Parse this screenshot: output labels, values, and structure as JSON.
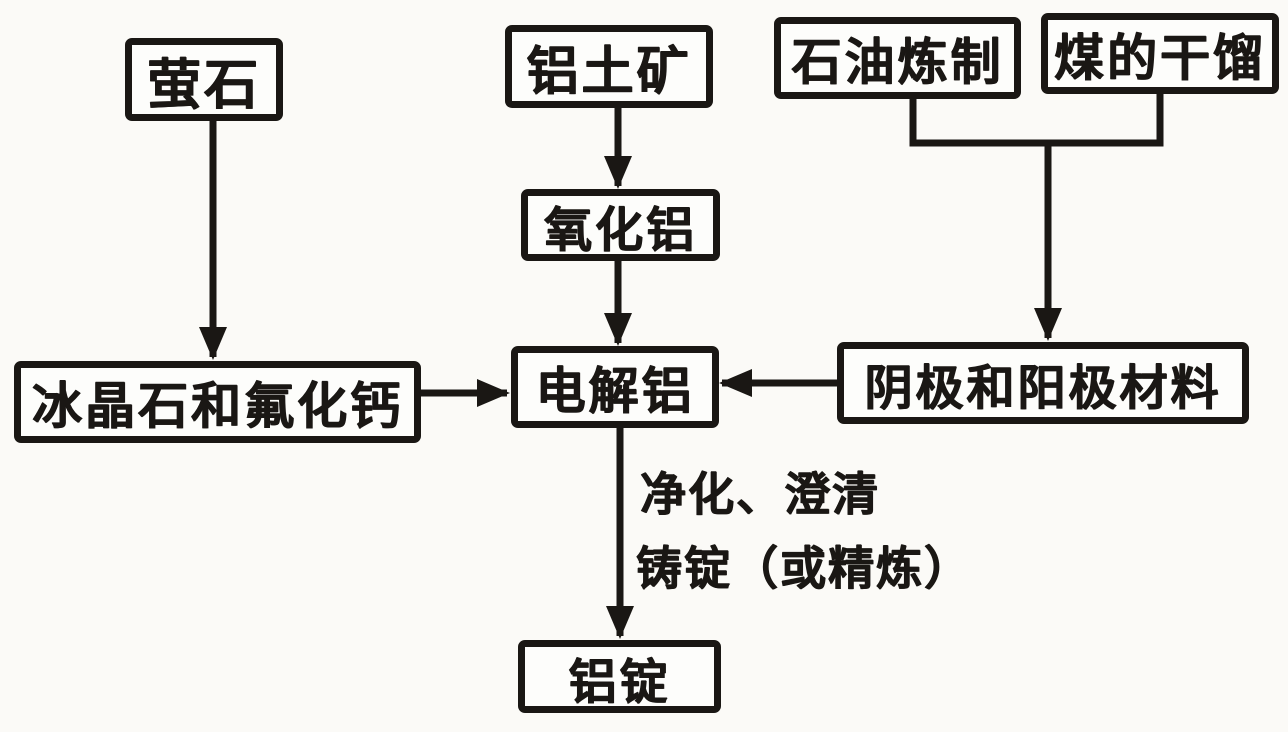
{
  "nodes": {
    "fluorite": {
      "label": "萤石"
    },
    "bauxite": {
      "label": "铝土矿"
    },
    "petroleum_refining": {
      "label": "石油炼制"
    },
    "coal_dry_distillation": {
      "label": "煤的干馏"
    },
    "alumina": {
      "label": "氧化铝"
    },
    "cryolite_calcium_fluoride": {
      "label": "冰晶石和氟化钙"
    },
    "electrolytic_aluminum": {
      "label": "电解铝"
    },
    "cathode_anode_materials": {
      "label": "阴极和阳极材料"
    },
    "aluminum_ingot": {
      "label": "铝锭"
    }
  },
  "annotation": {
    "line1": "净化、澄清",
    "line2": "铸锭（或精炼）"
  },
  "edges": [
    {
      "from": "萤石",
      "to": "冰晶石和氟化钙"
    },
    {
      "from": "铝土矿",
      "to": "氧化铝"
    },
    {
      "from": "氧化铝",
      "to": "电解铝"
    },
    {
      "from": "石油炼制",
      "to": "阴极和阳极材料"
    },
    {
      "from": "煤的干馏",
      "to": "阴极和阳极材料"
    },
    {
      "from": "冰晶石和氟化钙",
      "to": "电解铝"
    },
    {
      "from": "阴极和阳极材料",
      "to": "电解铝"
    },
    {
      "from": "电解铝",
      "to": "铝锭",
      "label": "净化、澄清 铸锭（或精炼）"
    }
  ],
  "colors": {
    "ink": "#1a1714",
    "background": "#fbfaf7"
  }
}
